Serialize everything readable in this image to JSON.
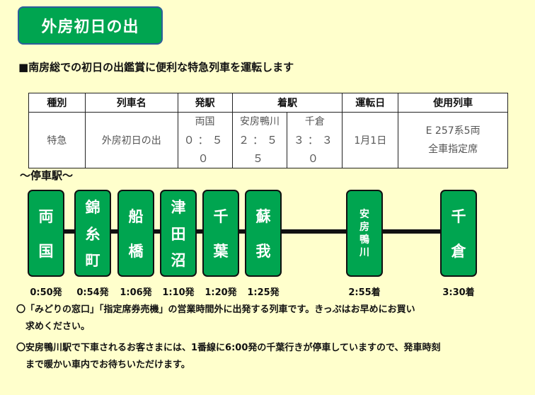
{
  "title": "外房初日の出",
  "headline": "■南房総での初日の出鑑賞に便利な特急列車を運転します",
  "table": {
    "headers": {
      "type": "種別",
      "train_name": "列車名",
      "departure": "発駅",
      "arrival": "着駅",
      "date": "運転日",
      "rolling_stock": "使用列車"
    },
    "row": {
      "type": "特急",
      "train_name": "外房初日の出",
      "departure_station": "両国",
      "departure_time": "０：５０",
      "arrival1_station": "安房鴨川",
      "arrival1_time": "２：５５",
      "arrival2_station": "千倉",
      "arrival2_time": "３：３０",
      "date": "1月1日",
      "rolling_stock_line1": "E 257系5両",
      "rolling_stock_line2": "全車指定席"
    }
  },
  "stops_label": "～停車駅～",
  "stations": [
    {
      "chars": [
        "両",
        "国"
      ],
      "time": "0:50発"
    },
    {
      "chars": [
        "錦",
        "糸",
        "町"
      ],
      "time": "0:54発"
    },
    {
      "chars": [
        "船",
        "橋"
      ],
      "time": "1:06発"
    },
    {
      "chars": [
        "津",
        "田",
        "沼"
      ],
      "time": "1:10発"
    },
    {
      "chars": [
        "千",
        "葉"
      ],
      "time": "1:20発"
    },
    {
      "chars": [
        "蘇",
        "我"
      ],
      "time": "1:25発"
    },
    {
      "chars": [
        "安",
        "房",
        "鴨",
        "川"
      ],
      "time": "2:55着"
    },
    {
      "chars": [
        "千",
        "倉"
      ],
      "time": "3:30着"
    }
  ],
  "notes": {
    "note1_line1": "〇「みどりの窓口」「指定席券売機」の営業時間外に出発する列車です。きっぷはお早めにお買い",
    "note1_line2": "　求めください。",
    "note2_line1": "〇安房鴨川駅で下車されるお客さまには、1番線に6:00発の千葉行きが停車していますので、発車時刻",
    "note2_line2": "　まで暖かい車内でお待ちいただけます。"
  }
}
